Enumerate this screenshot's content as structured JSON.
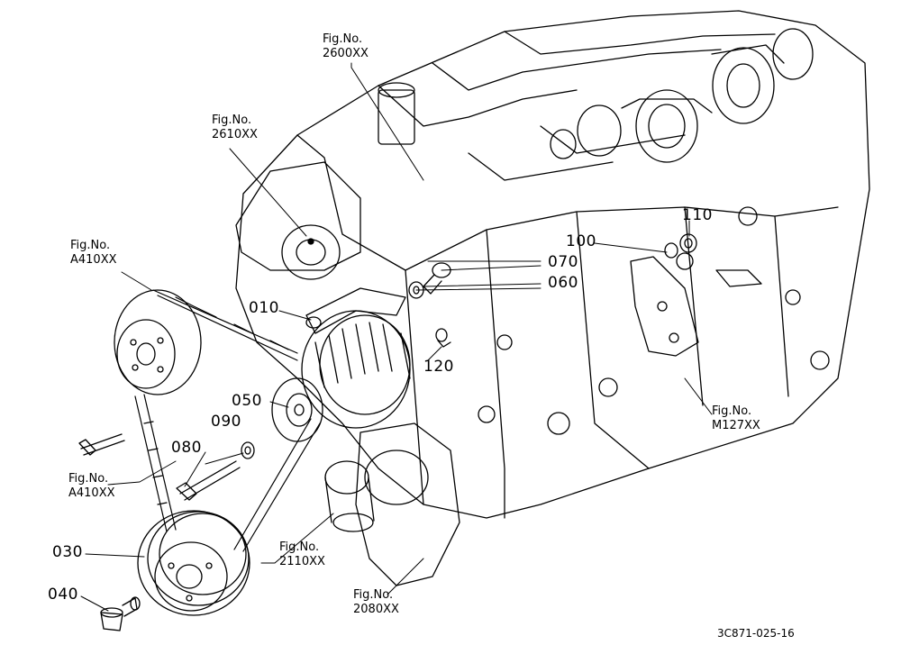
{
  "parts": [
    {
      "id": "p010",
      "number": "010"
    },
    {
      "id": "p030",
      "number": "030"
    },
    {
      "id": "p040",
      "number": "040"
    },
    {
      "id": "p050",
      "number": "050"
    },
    {
      "id": "p060",
      "number": "060"
    },
    {
      "id": "p070",
      "number": "070"
    },
    {
      "id": "p080",
      "number": "080"
    },
    {
      "id": "p090",
      "number": "090"
    },
    {
      "id": "p100",
      "number": "100"
    },
    {
      "id": "p110",
      "number": "110"
    },
    {
      "id": "p120",
      "number": "120"
    }
  ],
  "figure_refs": [
    {
      "id": "f2600",
      "line1": "Fig.No.",
      "line2": "2600XX"
    },
    {
      "id": "f2610",
      "line1": "Fig.No.",
      "line2": "2610XX"
    },
    {
      "id": "fA410a",
      "line1": "Fig.No.",
      "line2": "A410XX"
    },
    {
      "id": "fA410b",
      "line1": "Fig.No.",
      "line2": "A410XX"
    },
    {
      "id": "fM127",
      "line1": "Fig.No.",
      "line2": "M127XX"
    },
    {
      "id": "f2110",
      "line1": "Fig.No.",
      "line2": "2110XX"
    },
    {
      "id": "f2080",
      "line1": "Fig.No.",
      "line2": "2080XX"
    }
  ],
  "drawing_code": "3C871-025-16"
}
